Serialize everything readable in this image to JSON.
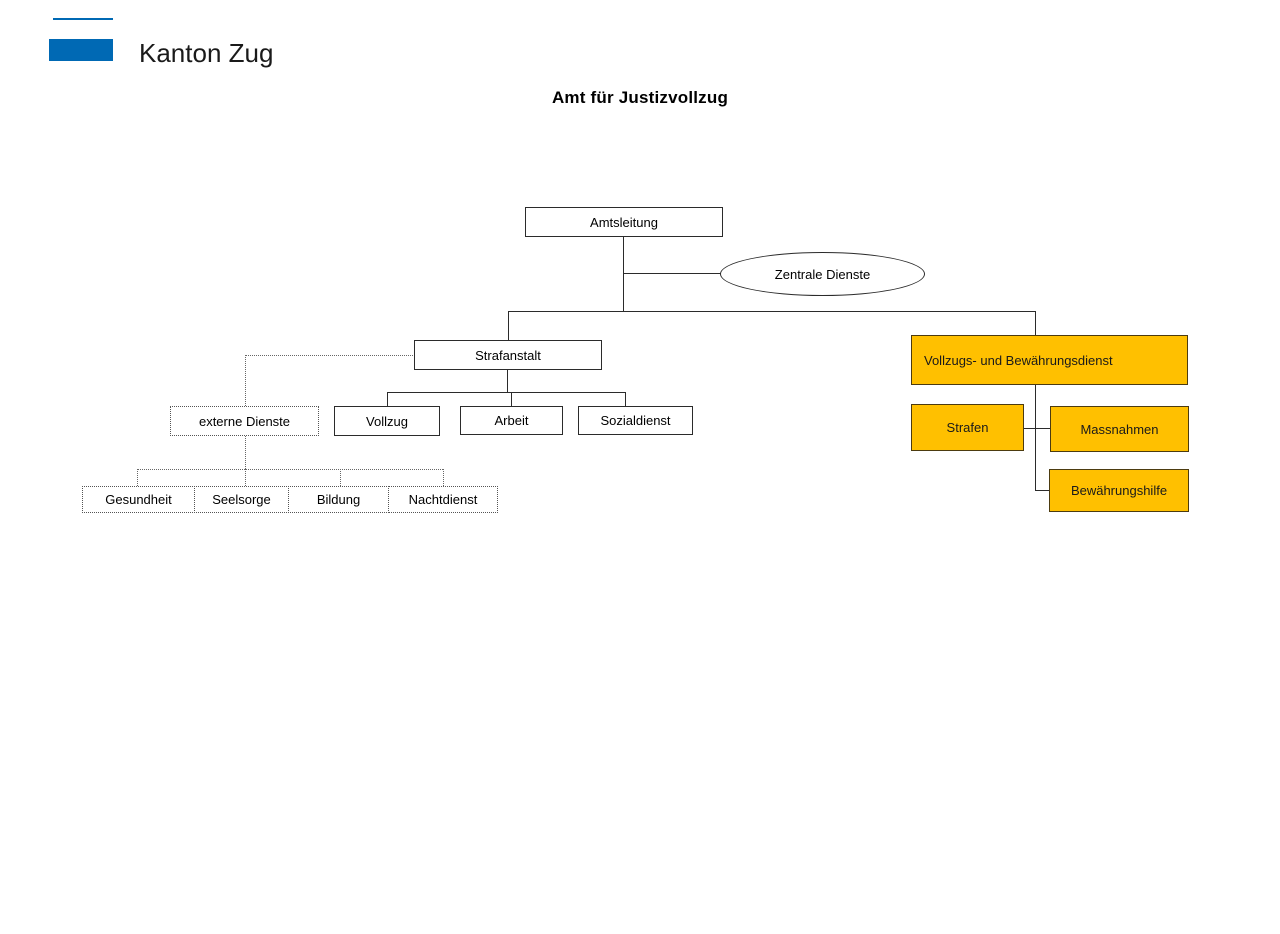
{
  "brand": {
    "name": "Kanton Zug",
    "logo_color": "#0069b4",
    "logo_icon": "kanton-zug-logo"
  },
  "title": "Amt für Justizvollzug",
  "colors": {
    "accent_blue": "#0069b4",
    "highlight_orange": "#FFC000",
    "orange_border": "#4c3b10",
    "line": "#2b2b2b",
    "dotted_line": "#666666"
  },
  "chart_data": {
    "type": "diagram",
    "title": "Amt für Justizvollzug",
    "diagram_kind": "organizational-chart",
    "nodes": [
      {
        "id": "amtsleitung",
        "label": "Amtsleitung",
        "shape": "rect",
        "style": "solid",
        "fill": "#ffffff",
        "level": 0
      },
      {
        "id": "zentrale-dienste",
        "label": "Zentrale Dienste",
        "shape": "ellipse",
        "style": "solid",
        "fill": "#ffffff",
        "level": 1
      },
      {
        "id": "strafanstalt",
        "label": "Strafanstalt",
        "shape": "rect",
        "style": "solid",
        "fill": "#ffffff",
        "level": 1
      },
      {
        "id": "vollzugs-bewaehrungsdienst",
        "label": "Vollzugs- und Bewährungsdienst",
        "shape": "rect",
        "style": "solid",
        "fill": "#FFC000",
        "level": 1
      },
      {
        "id": "externe-dienste",
        "label": "externe Dienste",
        "shape": "rect",
        "style": "dotted",
        "fill": "#ffffff",
        "level": 2
      },
      {
        "id": "vollzug",
        "label": "Vollzug",
        "shape": "rect",
        "style": "solid",
        "fill": "#ffffff",
        "level": 2
      },
      {
        "id": "arbeit",
        "label": "Arbeit",
        "shape": "rect",
        "style": "solid",
        "fill": "#ffffff",
        "level": 2
      },
      {
        "id": "sozialdienst",
        "label": "Sozialdienst",
        "shape": "rect",
        "style": "solid",
        "fill": "#ffffff",
        "level": 2
      },
      {
        "id": "strafen",
        "label": "Strafen",
        "shape": "rect",
        "style": "solid",
        "fill": "#FFC000",
        "level": 2
      },
      {
        "id": "massnahmen",
        "label": "Massnahmen",
        "shape": "rect",
        "style": "solid",
        "fill": "#FFC000",
        "level": 2
      },
      {
        "id": "bewaehrungshilfe",
        "label": "Bewährungshilfe",
        "shape": "rect",
        "style": "solid",
        "fill": "#FFC000",
        "level": 2
      },
      {
        "id": "gesundheit",
        "label": "Gesundheit",
        "shape": "rect",
        "style": "dotted",
        "fill": "#ffffff",
        "level": 3
      },
      {
        "id": "seelsorge",
        "label": "Seelsorge",
        "shape": "rect",
        "style": "dotted",
        "fill": "#ffffff",
        "level": 3
      },
      {
        "id": "bildung",
        "label": "Bildung",
        "shape": "rect",
        "style": "dotted",
        "fill": "#ffffff",
        "level": 3
      },
      {
        "id": "nachtdienst",
        "label": "Nachtdienst",
        "shape": "rect",
        "style": "dotted",
        "fill": "#ffffff",
        "level": 3
      }
    ],
    "edges": [
      {
        "from": "amtsleitung",
        "to": "zentrale-dienste",
        "style": "solid"
      },
      {
        "from": "amtsleitung",
        "to": "strafanstalt",
        "style": "solid"
      },
      {
        "from": "amtsleitung",
        "to": "vollzugs-bewaehrungsdienst",
        "style": "solid"
      },
      {
        "from": "strafanstalt",
        "to": "externe-dienste",
        "style": "dotted"
      },
      {
        "from": "strafanstalt",
        "to": "vollzug",
        "style": "solid"
      },
      {
        "from": "strafanstalt",
        "to": "arbeit",
        "style": "solid"
      },
      {
        "from": "strafanstalt",
        "to": "sozialdienst",
        "style": "solid"
      },
      {
        "from": "externe-dienste",
        "to": "gesundheit",
        "style": "dotted"
      },
      {
        "from": "externe-dienste",
        "to": "seelsorge",
        "style": "dotted"
      },
      {
        "from": "externe-dienste",
        "to": "bildung",
        "style": "dotted"
      },
      {
        "from": "externe-dienste",
        "to": "nachtdienst",
        "style": "dotted"
      },
      {
        "from": "vollzugs-bewaehrungsdienst",
        "to": "strafen",
        "style": "solid"
      },
      {
        "from": "vollzugs-bewaehrungsdienst",
        "to": "massnahmen",
        "style": "solid"
      },
      {
        "from": "vollzugs-bewaehrungsdienst",
        "to": "bewaehrungshilfe",
        "style": "solid"
      }
    ]
  }
}
